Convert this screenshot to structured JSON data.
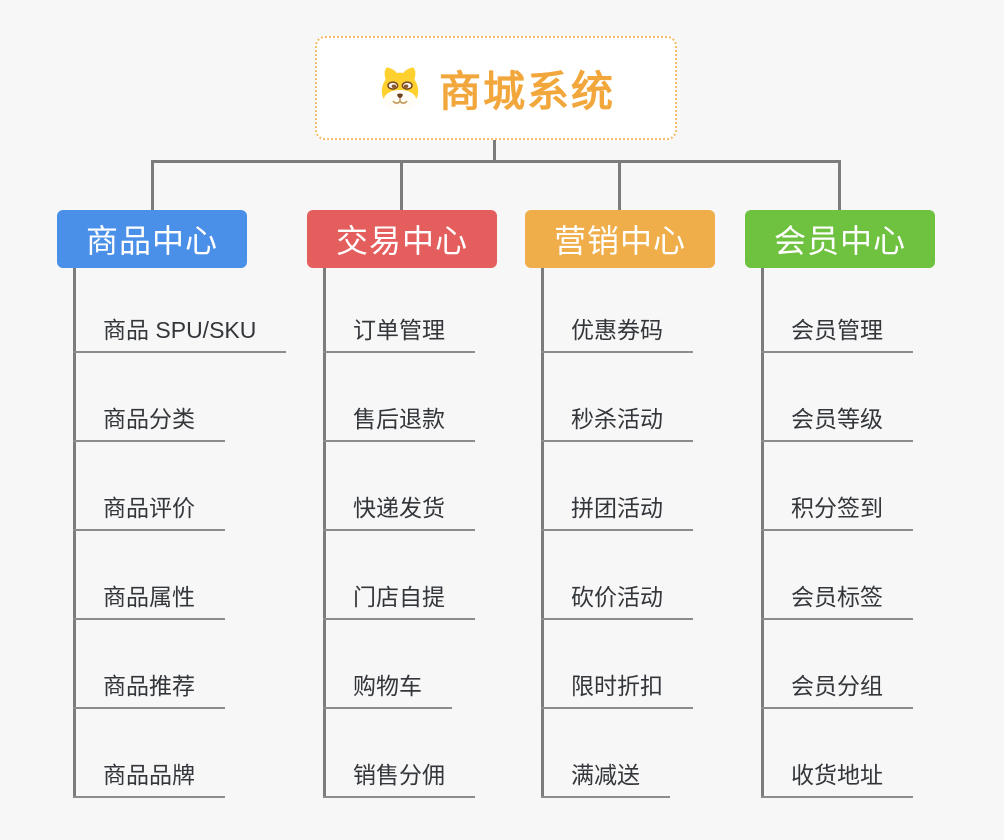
{
  "page": {
    "background_color": "#f7f7f7",
    "connector_color": "#7c7c7c",
    "leaf_underline_color": "#8c8c8c",
    "leaf_text_color": "#33363a"
  },
  "root": {
    "title": "商城系统",
    "icon": "dog-face-icon",
    "text_color": "#f2a73d",
    "border_color": "#f2bc6a",
    "background_color": "#ffffff"
  },
  "branches": [
    {
      "id": "product-center",
      "label": "商品中心",
      "color": "#4b90e8",
      "children": [
        "商品 SPU/SKU",
        "商品分类",
        "商品评价",
        "商品属性",
        "商品推荐",
        "商品品牌"
      ]
    },
    {
      "id": "trade-center",
      "label": "交易中心",
      "color": "#e55e5e",
      "children": [
        "订单管理",
        "售后退款",
        "快递发货",
        "门店自提",
        "购物车",
        "销售分佣"
      ]
    },
    {
      "id": "marketing-center",
      "label": "营销中心",
      "color": "#efae49",
      "children": [
        "优惠券码",
        "秒杀活动",
        "拼团活动",
        "砍价活动",
        "限时折扣",
        "满减送"
      ]
    },
    {
      "id": "member-center",
      "label": "会员中心",
      "color": "#6fc140",
      "children": [
        "会员管理",
        "会员等级",
        "积分签到",
        "会员标签",
        "会员分组",
        "收货地址"
      ]
    }
  ]
}
